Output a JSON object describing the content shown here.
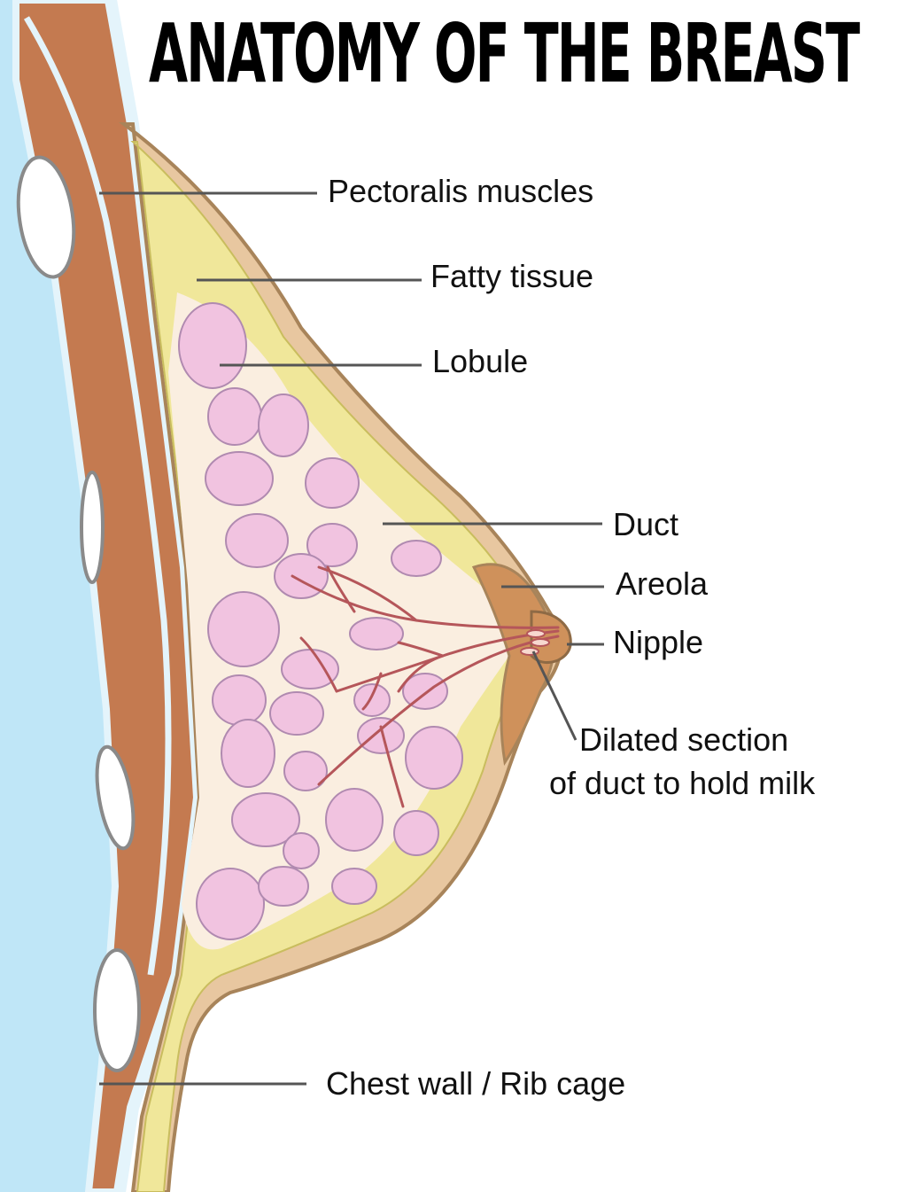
{
  "title": "ANATOMY OF THE BREAST",
  "labels": {
    "pectoralis": "Pectoralis muscles",
    "fatty": "Fatty tissue",
    "lobule": "Lobule",
    "duct": "Duct",
    "areola": "Areola",
    "nipple": "Nipple",
    "dilated_line1": "Dilated section",
    "dilated_line2": "of duct to hold milk",
    "chest": "Chest wall / Rib cage"
  },
  "colors": {
    "body_blue": "#bfe6f7",
    "membrane": "#e4f4fb",
    "muscle": "#c47a50",
    "skin": "#e8c7a0",
    "skin_edge": "#a8845a",
    "fat": "#f0e79a",
    "gland_bg": "#faeee0",
    "lobule": "#f1c3e0",
    "lobule_edge": "#b08ab0",
    "duct": "#b5565a",
    "areola": "#cf915b",
    "rib": "#ffffff",
    "rib_edge": "#8a8a8a"
  }
}
